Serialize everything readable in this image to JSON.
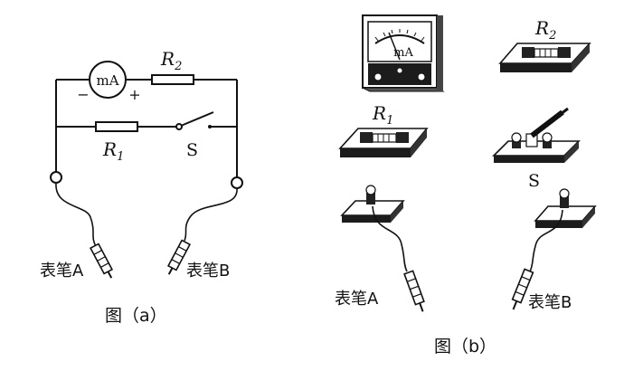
{
  "figure_a": {
    "ammeter_label": "mA",
    "ammeter_minus": "−",
    "ammeter_plus": "+",
    "r2_label": "R",
    "r2_sub": "2",
    "r1_label": "R",
    "r1_sub": "1",
    "switch_label": "S",
    "probe_a_label": "表笔A",
    "probe_b_label": "表笔B",
    "caption": "图（a）"
  },
  "figure_b": {
    "meter_face_label": "mA",
    "r2_label": "R",
    "r2_sub": "2",
    "r1_label": "R",
    "r1_sub": "1",
    "switch_label": "S",
    "probe_a_label": "表笔A",
    "probe_b_label": "表笔B",
    "caption": "图（b）"
  }
}
